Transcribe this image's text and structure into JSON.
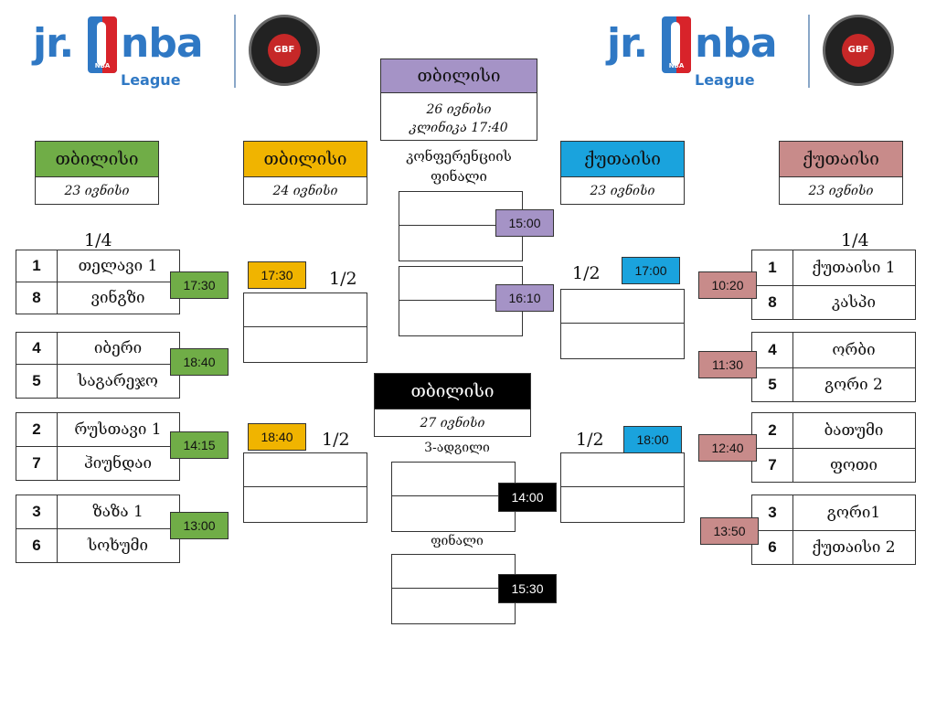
{
  "logos": {
    "left": {
      "jr": "jr.",
      "nba": "nba",
      "league": "League",
      "nba_tag": "NBA",
      "federation": "GBF"
    },
    "right": {
      "jr": "jr.",
      "nba": "nba",
      "league": "League",
      "nba_tag": "NBA",
      "federation": "GBF"
    }
  },
  "center_header": {
    "city": "თბილისი",
    "date": "26 ივნისი",
    "venue_time": "კლინიკა  17:40"
  },
  "headers": {
    "left_qf": {
      "city": "თბილისი",
      "date": "23 ივნისი"
    },
    "left_sf": {
      "city": "თბილისი",
      "date": "24  ივნისი"
    },
    "right_sf": {
      "city": "ქუთაისი",
      "date": "23  ივნისი"
    },
    "right_qf": {
      "city": "ქუთაისი",
      "date": "23 ივნისი"
    },
    "final": {
      "city": "თბილისი",
      "date": "27 ივნისი"
    }
  },
  "round_labels": {
    "left_qf": "1/4",
    "right_qf": "1/4",
    "sf_left_top": "1/2",
    "sf_left_bottom": "1/2",
    "sf_right_top": "1/2",
    "sf_right_bottom": "1/2"
  },
  "conference_final_label": "კონფერენციის ფინალი",
  "third_place_label": "3-ადგილი",
  "final_label": "ფინალი",
  "left_quarterfinals": [
    {
      "seed_a": "1",
      "team_a": "თელავი 1",
      "seed_b": "8",
      "team_b": "ვინგზი",
      "time": "17:30"
    },
    {
      "seed_a": "4",
      "team_a": "იბერი",
      "seed_b": "5",
      "team_b": "საგარეჯო",
      "time": "18:40"
    },
    {
      "seed_a": "2",
      "team_a": "რუსთავი 1",
      "seed_b": "7",
      "team_b": "ჰიუნდაი",
      "time": "14:15"
    },
    {
      "seed_a": "3",
      "team_a": "ზაზა 1",
      "seed_b": "6",
      "team_b": "სოხუმი",
      "time": "13:00"
    }
  ],
  "right_quarterfinals": [
    {
      "seed_a": "1",
      "team_a": "ქუთაისი 1",
      "seed_b": "8",
      "team_b": "კასპი",
      "time": "10:20"
    },
    {
      "seed_a": "4",
      "team_a": "ორბი",
      "seed_b": "5",
      "team_b": "გორი 2",
      "time": "11:30"
    },
    {
      "seed_a": "2",
      "team_a": "ბათუმი",
      "seed_b": "7",
      "team_b": "ფოთი",
      "time": "12:40"
    },
    {
      "seed_a": "3",
      "team_a": "გორი1",
      "seed_b": "6",
      "team_b": "ქუთაისი 2",
      "time": "13:50"
    }
  ],
  "semifinal_times": {
    "left_top": "17:30",
    "left_bottom": "18:40",
    "right_top": "17:00",
    "right_bottom": "18:00"
  },
  "conference_final_times": {
    "top": "15:00",
    "bottom": "16:10"
  },
  "final_times": {
    "third_place": "14:00",
    "final": "15:30"
  },
  "colors": {
    "green": "#70ad47",
    "gold": "#f0b400",
    "purple": "#a593c6",
    "cyan": "#1aa3dd",
    "rose": "#c88b8a",
    "black": "#000000",
    "logo_blue": "#2f78c4"
  }
}
